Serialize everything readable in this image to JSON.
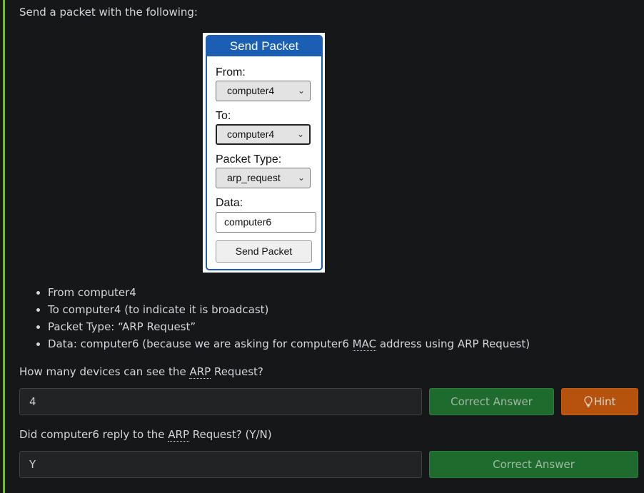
{
  "intro": "Send a packet with the following:",
  "screenshot": {
    "title": "Send Packet",
    "from_label": "From:",
    "from_value": "computer4",
    "to_label": "To:",
    "to_value": "computer4",
    "type_label": "Packet Type:",
    "type_value": "arp_request",
    "data_label": "Data:",
    "data_value": "computer6",
    "button_label": "Send Packet"
  },
  "steps": {
    "from": "From computer4",
    "to": "To computer4 (to indicate it is broadcast)",
    "type": "Packet Type: “ARP Request”",
    "data_prefix": "Data: computer6 (because we are asking for computer6 ",
    "data_abbr": "MAC",
    "data_suffix": " address using ARP Request)"
  },
  "q1": {
    "prefix": "How many devices can see the ",
    "abbr": "ARP",
    "suffix": " Request?",
    "answer": "4",
    "correct_label": "Correct Answer",
    "hint_label": "Hint"
  },
  "q2": {
    "prefix": "Did computer6 reply to the ",
    "abbr": "ARP",
    "suffix": " Request? (Y/N)",
    "answer": "Y",
    "correct_label": "Correct Answer"
  },
  "icons": {
    "select_chevron": "chevron-down-icon",
    "hint": "lightbulb-icon"
  },
  "colors": {
    "accent_bar": "#78b63a",
    "correct_button": "#1f6b2d",
    "hint_button": "#b5530e",
    "widget_header": "#1a5fb4"
  }
}
